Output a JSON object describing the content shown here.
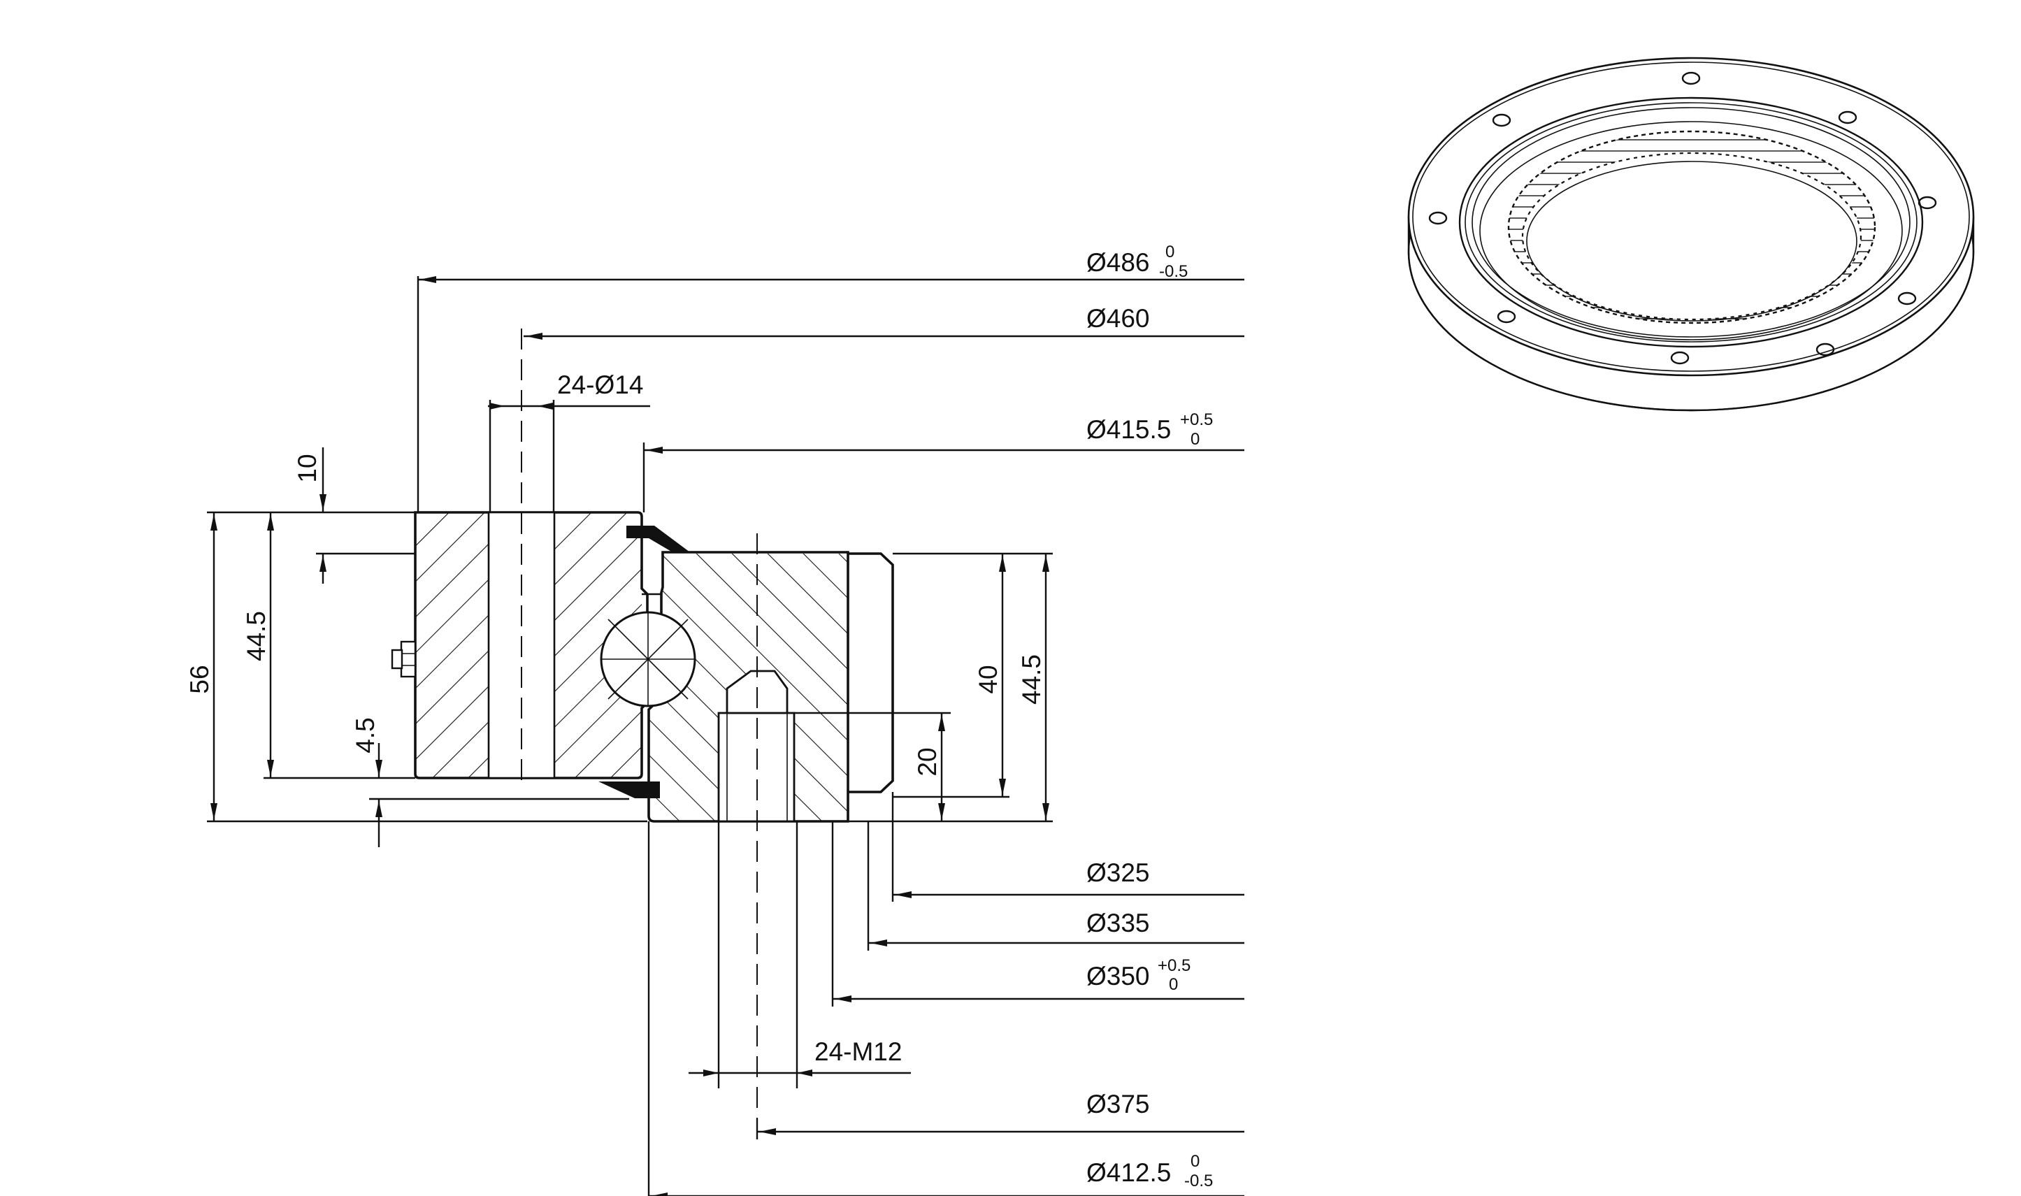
{
  "dimensions": {
    "outer_diameter": {
      "main": "Ø486",
      "upper": "0",
      "lower": "-0.5"
    },
    "bolt_circle_outer": {
      "main": "Ø460"
    },
    "outer_holes": {
      "main": "24-Ø14"
    },
    "outer_bore": {
      "main": "Ø415.5",
      "upper": "+0.5",
      "lower": "0"
    },
    "root_diameter": {
      "main": "Ø325"
    },
    "tip_diameter": {
      "main": "Ø335"
    },
    "inner_ring_bore": {
      "main": "Ø350",
      "upper": "+0.5",
      "lower": "0"
    },
    "inner_threads": {
      "main": "24-M12"
    },
    "bolt_circle_inner": {
      "main": "Ø375"
    },
    "inner_ring_outer": {
      "main": "Ø412.5",
      "upper": "0",
      "lower": "-0.5"
    }
  },
  "heights": {
    "total": "56",
    "outer_ring": "44.5",
    "top_offset": "10",
    "bottom_offset": "4.5",
    "inner_ring_body": "40",
    "inner_ring_height": "44.5",
    "thread_depth": "20"
  }
}
